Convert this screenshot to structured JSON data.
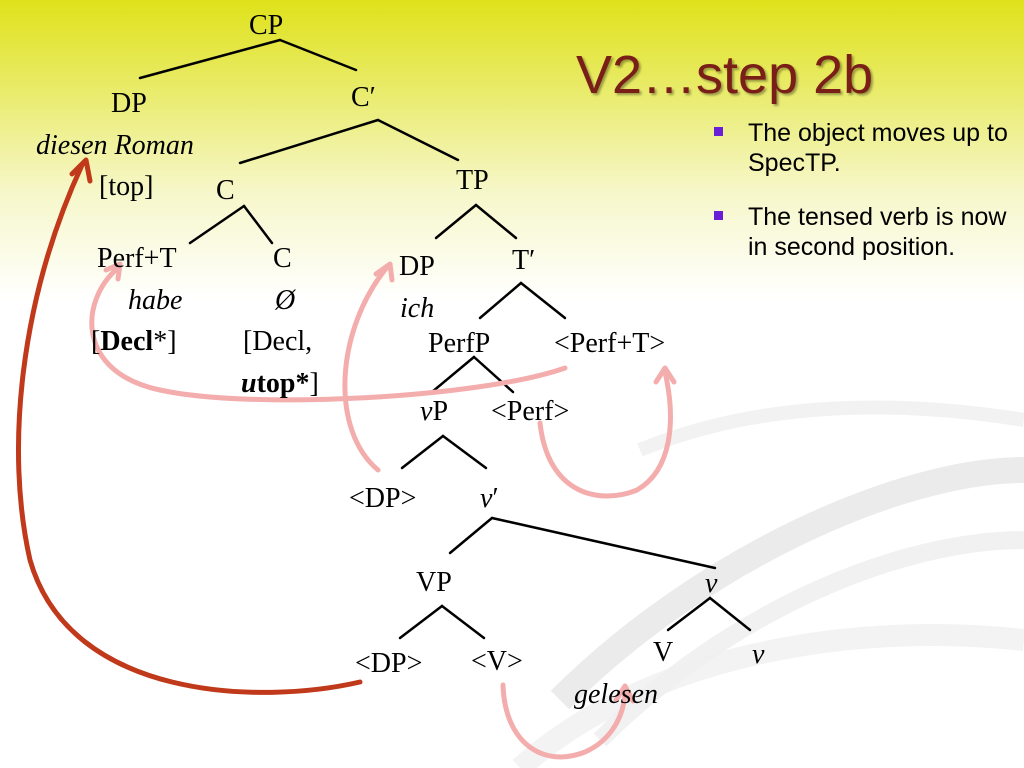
{
  "title": "V2…step 2b",
  "bullets": [
    "The object moves up to SpecTP.",
    "The tensed verb is now in second position."
  ],
  "tree": {
    "cp": "CP",
    "dp_spec": "DP",
    "dp_spec_words": "diesen Roman",
    "dp_spec_feature": "[top]",
    "c_bar": "C′",
    "c": "C",
    "tp": "TP",
    "perf_t": "Perf+T",
    "habe": "habe",
    "decl_open": "[",
    "decl_bold": "Decl",
    "decl_close": "*]",
    "c_head": "C",
    "null_c": "Ø",
    "c_feat_line1": "[Decl,",
    "c_feat_u": "u",
    "c_feat_top": "top*",
    "c_feat_close": "]",
    "dp_subj": "DP",
    "ich": "ich",
    "t_bar": "T′",
    "perfp": "PerfP",
    "perf_t_trace": "<Perf+T>",
    "vp_small_v": "v",
    "vp_small_p": "P",
    "perf_trace": "<Perf>",
    "dp_trace_1": "<DP>",
    "v_bar_v": "v",
    "v_bar_prime": "′",
    "vp": "VP",
    "v_small_head": "v",
    "dp_trace_2": "<DP>",
    "v_trace": "<V>",
    "v_cap": "V",
    "v_small_leaf": "v",
    "gelesen": "gelesen"
  },
  "colors": {
    "title": "#7a1f17",
    "bullet_marker": "#6a1fd6",
    "object_arrow": "#c0391b",
    "head_arrows": "#f4adad"
  }
}
